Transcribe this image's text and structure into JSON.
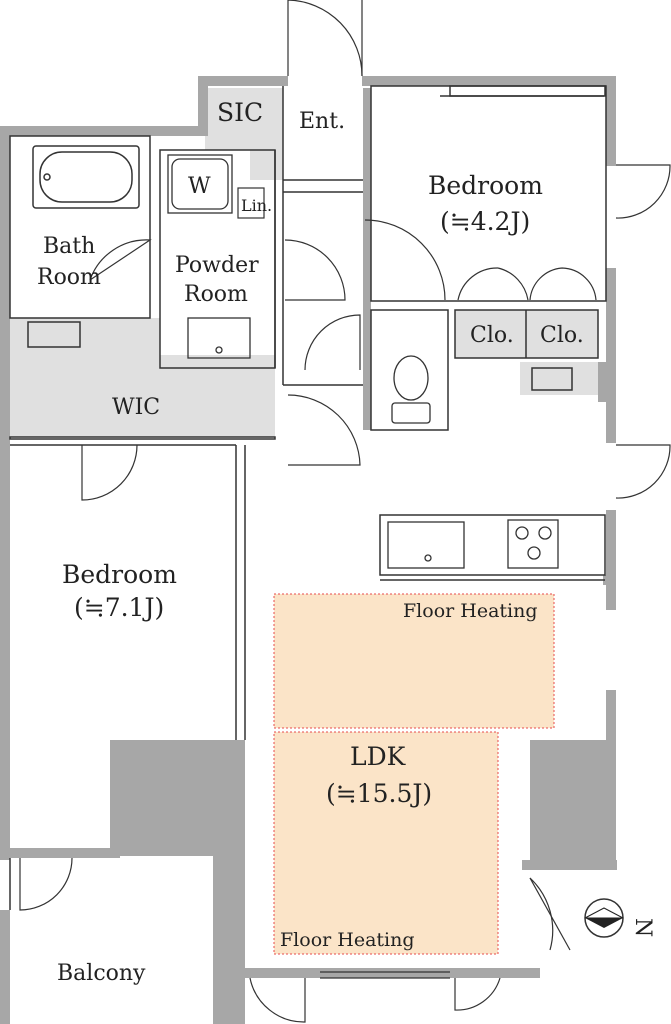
{
  "rooms": {
    "sic": "SIC",
    "ent": "Ent.",
    "bedroom_north": {
      "name": "Bedroom",
      "size": "(≒4.2J)"
    },
    "bath": {
      "line1": "Bath",
      "line2": "Room"
    },
    "powder": {
      "line1": "Powder",
      "line2": "Room"
    },
    "washer": "W",
    "linen": "Lin.",
    "closet_a": "Clo.",
    "closet_b": "Clo.",
    "wic": "WIC",
    "bedroom_west": {
      "name": "Bedroom",
      "size": "(≒7.1J)"
    },
    "ldk": {
      "name": "LDK",
      "size": "(≒15.5J)"
    },
    "balcony": "Balcony"
  },
  "floor_heating": {
    "upper": "Floor Heating",
    "lower": "Floor Heating"
  },
  "compass": {
    "label": "N"
  },
  "colors": {
    "wall": "#a7a7a7",
    "shaded_area": "#e0e0e0",
    "floor_heating": "#fbe4c8",
    "heating_border": "#e74c4c"
  }
}
